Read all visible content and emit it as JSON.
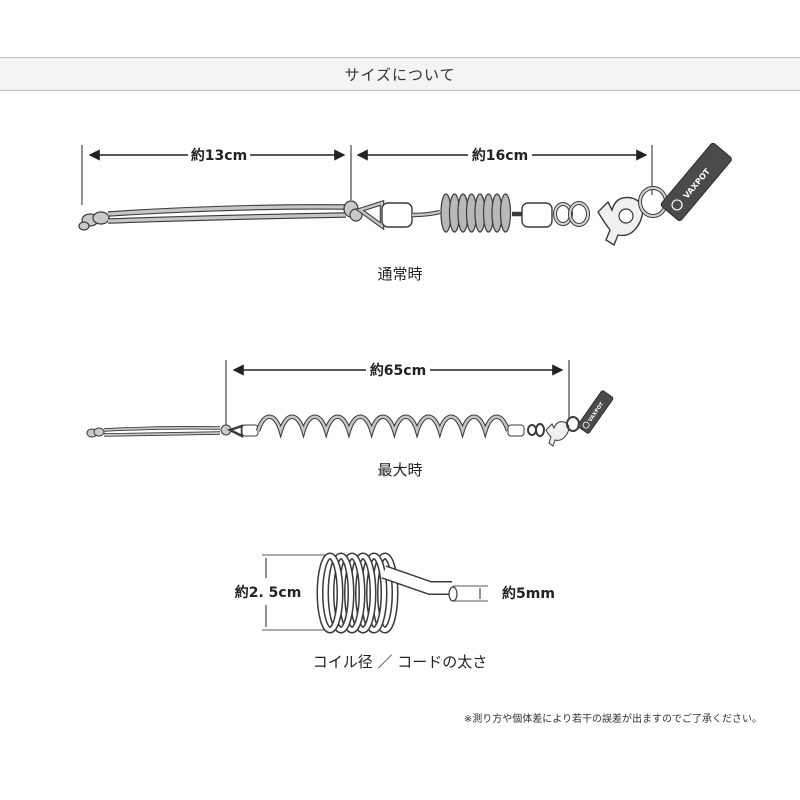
{
  "header": {
    "title": "サイズについて"
  },
  "normal_state": {
    "label": "通常時",
    "dim_left": "約13cm",
    "dim_right": "約16cm",
    "tag_brand": "VAXPOT"
  },
  "max_state": {
    "label": "最大時",
    "dim_total": "約65cm",
    "tag_brand": "VAXPOT"
  },
  "coil_detail": {
    "coil_diameter": "約2. 5cm",
    "cord_thickness": "約5mm",
    "caption": "コイル径 ／ コードの太さ"
  },
  "footnote": "※測り方や個体差により若干の誤差が出ますのでご了承ください。",
  "colors": {
    "cord": "#b8b8b8",
    "outline": "#3a3a3a",
    "tag": "#4a4a4a",
    "header_bg": "#f4f4f4"
  }
}
